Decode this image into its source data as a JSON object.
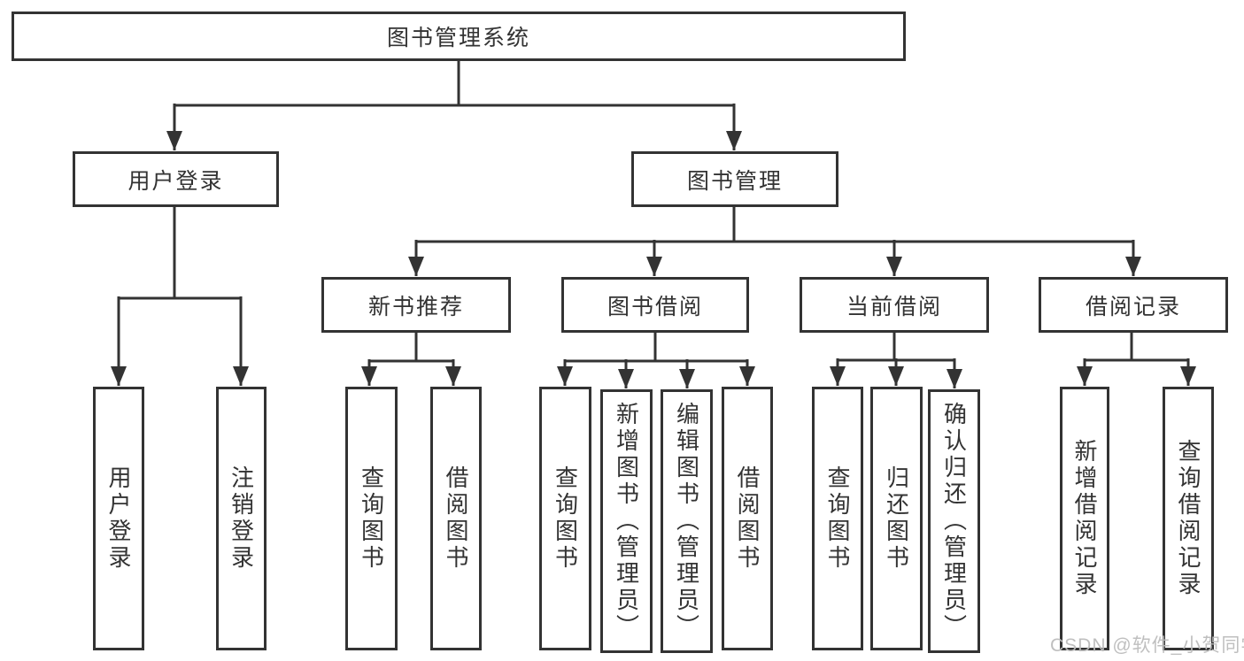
{
  "diagram": {
    "title": "图书管理系统",
    "root": "图书管理系统",
    "branches": [
      "用户登录",
      "图书管理"
    ],
    "modules": [
      "新书推荐",
      "图书借阅",
      "当前借阅",
      "借阅记录"
    ],
    "leaves": [
      "用户登录",
      "注销登录",
      "查询图书",
      "借阅图书",
      "查询图书",
      "新增图书（管理员）",
      "编辑图书（管理员）",
      "借阅图书",
      "查询图书",
      "归还图书",
      "确认归还（管理员）",
      "新增借阅记录",
      "查询借阅记录"
    ]
  },
  "watermark": "CSDN @软件_小贺同学",
  "colors": {
    "line": "#333333",
    "text": "#333333",
    "box_background": "#ffffff",
    "watermark": "#bcbcbc"
  }
}
